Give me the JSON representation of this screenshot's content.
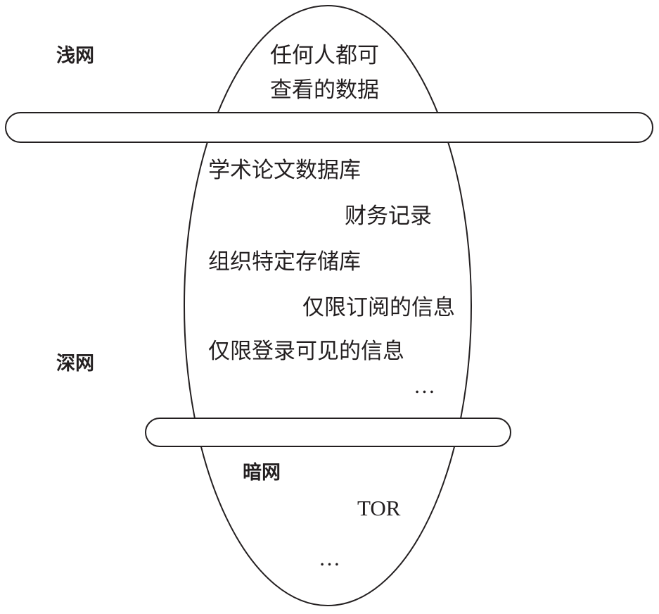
{
  "layers": {
    "surface": {
      "label": "浅网",
      "lines": [
        "任何人都可",
        "查看的数据"
      ]
    },
    "deep": {
      "label": "深网",
      "items": [
        "学术论文数据库",
        "财务记录",
        "组织特定存储库",
        "仅限订阅的信息",
        "仅限登录可见的信息",
        "…"
      ]
    },
    "dark": {
      "label": "暗网",
      "items": [
        "TOR",
        "…"
      ]
    }
  },
  "colors": {
    "stroke": "#231f20",
    "fill": "#ffffff"
  }
}
